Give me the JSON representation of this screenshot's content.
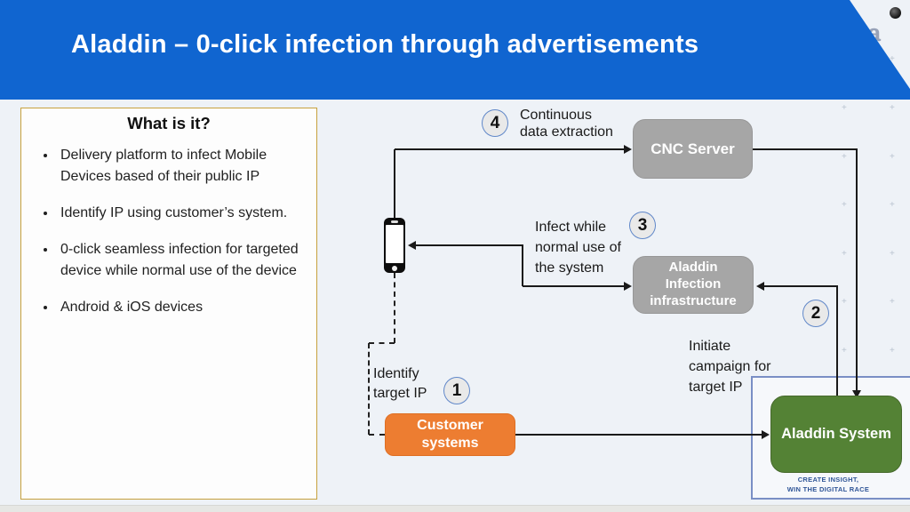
{
  "slide": {
    "title": "Aladdin – 0-click infection through advertisements"
  },
  "info_panel": {
    "title": "What is it?",
    "bullets": [
      "Delivery platform to infect Mobile Devices based of their public IP",
      "Identify IP using customer’s system.",
      "0-click seamless infection for targeted device while normal use of the device",
      "Android & iOS devices"
    ]
  },
  "diagram": {
    "nodes": {
      "cnc_server": {
        "label": "CNC Server"
      },
      "infection_infra": {
        "line1": "Aladdin",
        "line2": "Infection",
        "line3": "infrastructure"
      },
      "customer_systems": {
        "line1": "Customer",
        "line2": "systems"
      },
      "aladdin_system": {
        "label": "Aladdin System"
      }
    },
    "steps": [
      {
        "number": "1",
        "label_lines": [
          "Identify",
          "target IP"
        ]
      },
      {
        "number": "2",
        "label_lines": [
          "Initiate",
          "campaign for",
          "target IP"
        ]
      },
      {
        "number": "3",
        "label_lines": [
          "Infect while",
          "normal use of",
          "the system"
        ]
      },
      {
        "number": "4",
        "label_lines": [
          "Continuous",
          "data extraction"
        ]
      }
    ],
    "tagline": {
      "line1": "CREATE INSIGHT,",
      "line2": "WIN THE DIGITAL RACE"
    }
  },
  "decor": {
    "corner_glyph": "a",
    "grid_plus": "+"
  },
  "colors": {
    "header_blue": "#1065d0",
    "node_gray": "#a6a6a6",
    "node_orange": "#ed7d31",
    "node_green": "#548235",
    "container_border_blue": "#7a8fc5",
    "panel_border_gold": "#c7a13e",
    "tagline_blue": "#2f5597"
  }
}
